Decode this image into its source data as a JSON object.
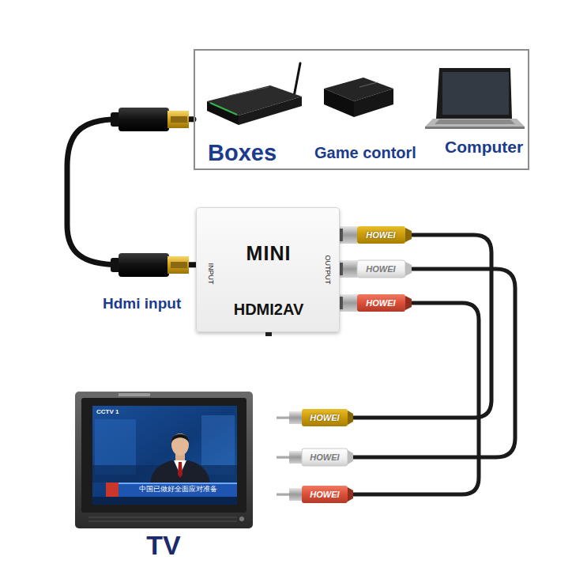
{
  "diagram": {
    "nodes": [
      {
        "text": [
          "Boxes",
          "Game contorl",
          "Computer"
        ]
      },
      {
        "text": [
          "MINI",
          "INPUT",
          "OUTPUT",
          "HDMI2AV"
        ]
      },
      {
        "text": [
          "TV"
        ]
      }
    ],
    "edges": [
      {
        "from": 0,
        "to": 1,
        "arrow": "none"
      }
    ],
    "labels": [
      "Hdmi input",
      "HOWEI",
      "HOWEI",
      "HOWEI",
      "HOWEI",
      "HOWEI",
      "HOWEI",
      "CCTV 1",
      "中国已做好全面应对准备"
    ]
  }
}
